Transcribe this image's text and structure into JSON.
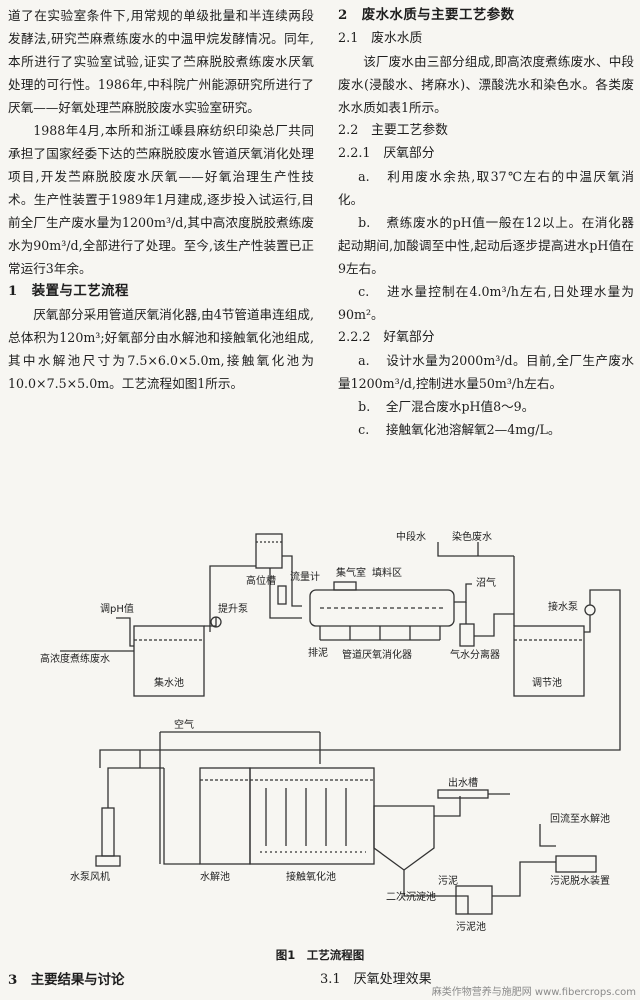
{
  "left_column": {
    "p1": "道了在实验室条件下,用常规的单级批量和半连续两段发酵法,研究苎麻煮练废水的中温甲烷发酵情况。同年,本所进行了实验室试验,证实了苎麻脱胶煮练废水厌氧处理的可行性。1986年,中科院广州能源研究所进行了厌氧——好氧处理苎麻脱胶废水实验室研究。",
    "p2": "1988年4月,本所和浙江嵊县麻纺织印染总厂共同承担了国家经委下达的苎麻脱胶废水管道厌氧消化处理项目,开发苎麻脱胶废水厌氧——好氧治理生产性技术。生产性装置于1989年1月建成,逐步投入试运行,目前全厂生产废水量为1200m³/d,其中高浓度脱胶煮练废水为90m³/d,全部进行了处理。至今,该生产性装置已正常运行3年余。",
    "sec1_title": "1　装置与工艺流程",
    "p3": "厌氧部分采用管道厌氧消化器,由4节管道串连组成,总体积为120m³;好氧部分由水解池和接触氧化池组成,其中水解池尺寸为7.5×6.0×5.0m,接触氧化池为10.0×7.5×5.0m。工艺流程如图1所示。"
  },
  "right_column": {
    "sec2_title": "2　废水水质与主要工艺参数",
    "s21_title": "2.1　废水水质",
    "p1": "该厂废水由三部分组成,即高浓度煮练废水、中段废水(浸酸水、拷麻水)、漂酸洗水和染色水。各类废水水质如表1所示。",
    "s22_title": "2.2　主要工艺参数",
    "s221_title": "2.2.1　厌氧部分",
    "a1_label": "a.",
    "a1": "利用废水余热,取37℃左右的中温厌氧消化。",
    "b1_label": "b.",
    "b1": "煮练废水的pH值一般在12以上。在消化器起动期间,加酸调至中性,起动后逐步提高进水pH值在9左右。",
    "c1_label": "c.",
    "c1": "进水量控制在4.0m³/h左右,日处理水量为90m²。",
    "s222_title": "2.2.2　好氧部分",
    "a2_label": "a.",
    "a2": "设计水量为2000m³/d。目前,全厂生产废水量1200m³/d,控制进水量50m³/h左右。",
    "b2_label": "b.",
    "b2": "全厂混合废水pH值8～9。",
    "c2_label": "c.",
    "c2": "接触氧化池溶解氧2—4mg/L。"
  },
  "figure": {
    "labels": {
      "mid_water": "中段水",
      "dye_water": "染色废水",
      "high_tank": "高位槽",
      "flowmeter": "流量计",
      "gas_chamber": "集气室",
      "packing_zone": "填料区",
      "biogas": "沼气",
      "ph_adjust": "调pH值",
      "lift_pump": "提升泵",
      "feed_pump": "接水泵",
      "raw_wastewater": "高浓度煮练废水",
      "collect_tank": "集水池",
      "sludge_discharge": "排泥",
      "pipe_digester": "管道厌氧消化器",
      "gas_water_sep": "气水分离器",
      "equalize_tank": "调节池",
      "air": "空气",
      "outlet_weir": "出水槽",
      "return_tank": "回流至水解池",
      "blower": "水泵风机",
      "hydrolysis_tank": "水解池",
      "contact_ox_tank": "接触氧化池",
      "secondary_clarifier": "二次沉淀池",
      "sludge": "污泥",
      "sludge_tank": "污泥池",
      "dewatering": "污泥脱水装置"
    },
    "caption": "图1　工艺流程图"
  },
  "footer": {
    "section3": "3　主要结果与讨论",
    "section31": "3.1　厌氧处理效果"
  },
  "watermark": "麻类作物营养与施肥网 www.fibercrops.com"
}
